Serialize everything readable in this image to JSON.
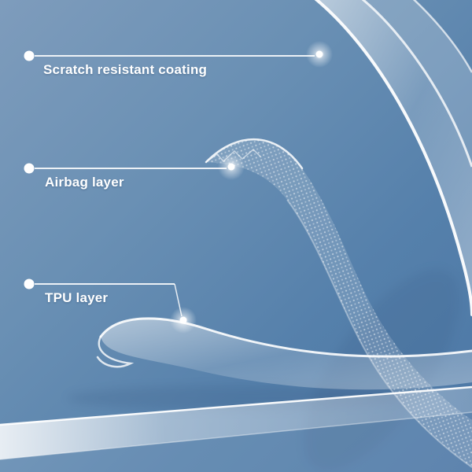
{
  "background": {
    "gradient_top_left": "#7E9CBC",
    "gradient_mid": "#5E85AE",
    "gradient_bottom_right": "#4C77A5"
  },
  "style": {
    "label_color": "#FFFFFF",
    "line_color": "#FFFFFF"
  },
  "callouts": [
    {
      "id": "scratch-coating",
      "label": "Scratch resistant coating"
    },
    {
      "id": "airbag",
      "label": "Airbag layer"
    },
    {
      "id": "tpu",
      "label": "TPU layer"
    }
  ],
  "layers": [
    {
      "id": "scratch-resistant-coating-sheet"
    },
    {
      "id": "airbag-layer-mesh"
    },
    {
      "id": "tpu-layer-sheet"
    },
    {
      "id": "film-strip"
    }
  ]
}
